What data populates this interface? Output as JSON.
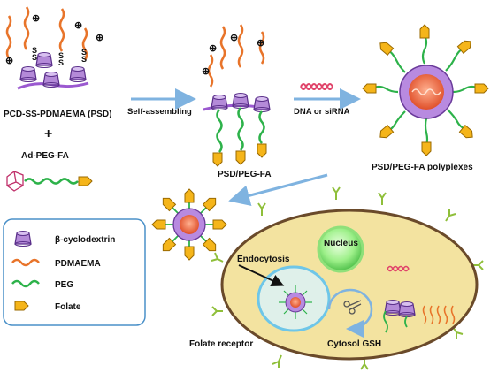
{
  "labels": {
    "psd_full": "PCD-SS-PDMAEMA (PSD)",
    "plus": "+",
    "ad_peg_fa": "Ad-PEG-FA",
    "self_assembling": "Self-assembling",
    "psd_peg_fa": "PSD/PEG-FA",
    "dna_sirna": "DNA or siRNA",
    "polyplexes": "PSD/PEG-FA polyplexes",
    "nucleus": "Nucleus",
    "endocytosis": "Endocytosis",
    "folate_receptor": "Folate receptor",
    "cytosol_gsh": "Cytosol GSH"
  },
  "legend": {
    "items": [
      {
        "label": "β-cyclodextrin",
        "icon": "cyclodextrin-icon"
      },
      {
        "label": "PDMAEMA",
        "icon": "pdmaema-chain-icon"
      },
      {
        "label": "PEG",
        "icon": "peg-chain-icon"
      },
      {
        "label": "Folate",
        "icon": "folate-icon"
      }
    ]
  },
  "glyphs": {
    "charge": "⊕",
    "disulfide_s": "S"
  },
  "colors": {
    "cyclodextrin": "#9b59d0",
    "pdmaema": "#e8742a",
    "peg": "#2db24a",
    "folate": "#f5b51a",
    "cell": "#f3e3a0",
    "cell_border": "#6a4a2a",
    "nucleus": "#9ef08a",
    "endosome": "#6ec6e8",
    "arrow": "#7fb3e0",
    "receptor": "#8fbf3a",
    "dna": "#e0446a"
  }
}
